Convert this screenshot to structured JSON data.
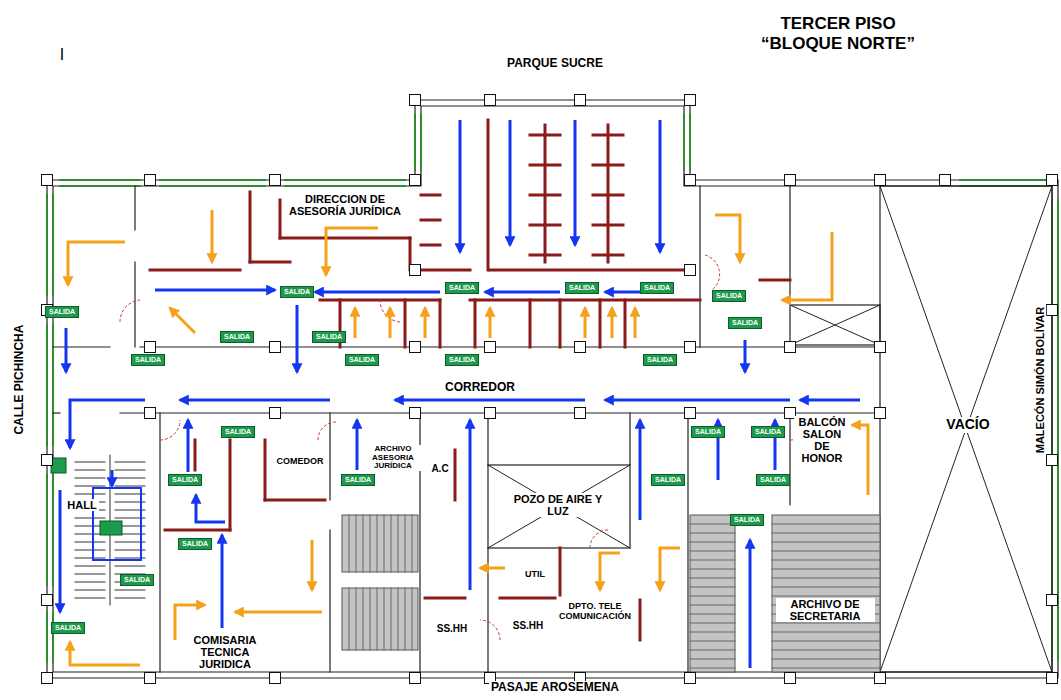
{
  "diagram": {
    "title": "TERCER PISO “BLOQUE NORTE”",
    "nodes": [
      {
        "text": [
          "SALIDA"
        ]
      },
      {
        "text": [
          "SALIDA"
        ]
      },
      {
        "text": [
          "SALIDA"
        ]
      },
      {
        "text": [
          "SALIDA"
        ]
      },
      {
        "text": [
          "SALIDA"
        ]
      },
      {
        "text": [
          "SALIDA"
        ]
      },
      {
        "text": [
          "SALIDA"
        ]
      },
      {
        "text": [
          "SALIDA"
        ]
      },
      {
        "text": [
          "SALIDA"
        ]
      },
      {
        "text": [
          "SALIDA"
        ]
      },
      {
        "text": [
          "SALIDA"
        ]
      },
      {
        "text": [
          "SALIDA"
        ]
      },
      {
        "text": [
          "SALIDA"
        ]
      },
      {
        "text": [
          "SALIDA"
        ]
      },
      {
        "text": [
          "SALIDA"
        ]
      },
      {
        "text": [
          "SALIDA"
        ]
      },
      {
        "text": [
          "SALIDA"
        ]
      },
      {
        "text": [
          "SALIDA"
        ]
      },
      {
        "text": [
          "SALIDA"
        ]
      },
      {
        "text": [
          "SALIDA"
        ]
      },
      {
        "text": [
          "SALIDA"
        ]
      },
      {
        "text": [
          "SALIDA"
        ]
      },
      {
        "text": [
          "SALIDA"
        ]
      },
      {
        "text": [
          "SALIDA"
        ]
      }
    ],
    "labels": [
      "I",
      "PARQUE SUCRE",
      "DIRECCION DE ASESORÍA JURÍDICA",
      "CALLE PICHINCHA",
      "MALECÓN SIMÓN BOLÍVAR",
      "CORREDOR",
      "VACÍO",
      "BALCÓN SALON DE HONOR",
      "COMEDOR",
      "ARCHIVO ASESORIA JURÍDICA",
      "A.C",
      "POZO DE AIRE Y LUZ",
      "HALL",
      "UTIL",
      "DPTO. TELE COMUNICACIÓN",
      "ARCHIVO DE SECRETARIA",
      "SS.HH",
      "SS.HH",
      "COMISARIA TECNICA JURIDICA",
      "PASAJE AROSEMENA"
    ]
  }
}
